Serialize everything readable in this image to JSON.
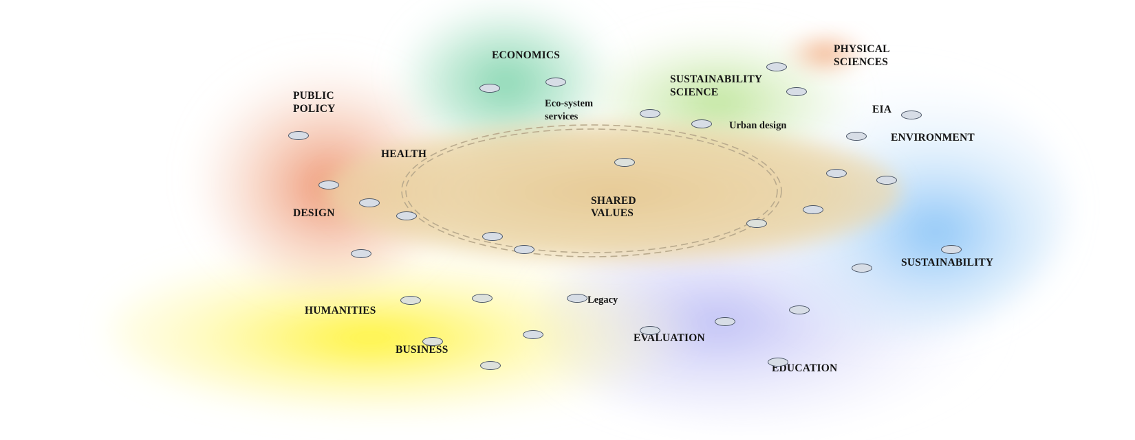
{
  "diagram": {
    "labels": {
      "economics": "ECONOMICS",
      "physical_sciences_1": "PHYSICAL",
      "physical_sciences_2": "SCIENCES",
      "sustainability_science_1": "SUSTAINABILITY",
      "sustainability_science_2": "SCIENCE",
      "public_policy_1": "PUBLIC",
      "public_policy_2": "POLICY",
      "eco_system_services_1": "Eco-system",
      "eco_system_services_2": "services",
      "eia": "EIA",
      "urban_design": "Urban design",
      "environment": "ENVIRONMENT",
      "health": "HEALTH",
      "shared_values_1": "SHARED",
      "shared_values_2": "VALUES",
      "design": "DESIGN",
      "sustainability": "SUSTAINABILITY",
      "legacy": "Legacy",
      "humanities": "HUMANITIES",
      "evaluation": "EVALUATION",
      "business": "BUSINESS",
      "education": "EDUCATION"
    },
    "colors": {
      "economics": "#6fcfa5",
      "physical_sciences": "#f0a070",
      "sustainability_science": "#a8dc7c",
      "public_policy_design": "#ee8d68",
      "shared_values": "#e6c98f",
      "environment": "#7cc0f4",
      "humanities_business": "#fff34a",
      "education_evaluation": "#b8b8f6",
      "node_fill": "#d7dde6",
      "node_stroke": "#4a5566",
      "dashed_ring": "#b8a98c"
    }
  }
}
